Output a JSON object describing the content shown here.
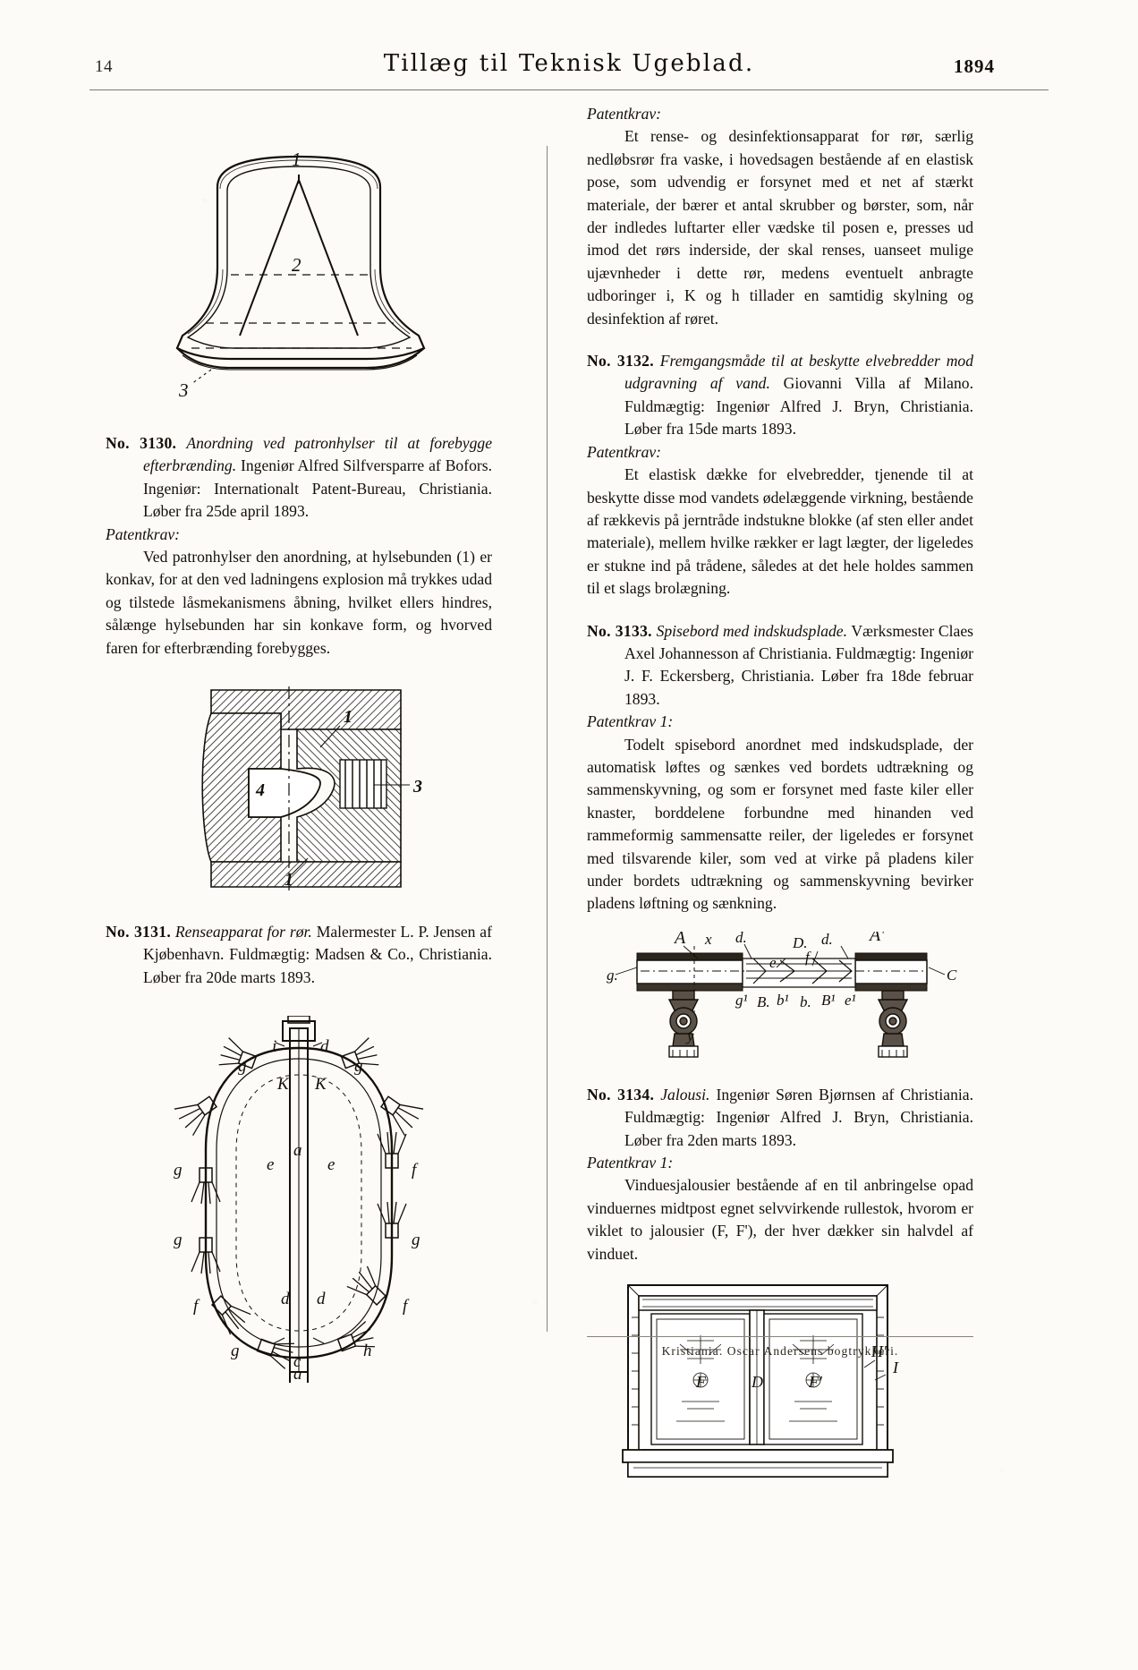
{
  "page": {
    "folio": "14",
    "journal_title": "Tillæg til Teknisk Ugeblad.",
    "year": "1894",
    "imprint": "Kristiania.  Oscar Andersens bogtrykkeri."
  },
  "left_column": {
    "figure_3130": {
      "caption_labels": [
        "1",
        "2",
        "3"
      ],
      "name": "cartridge-case-figure"
    },
    "entry_3130": {
      "no": "No. 3130.",
      "title": "Anordning ved patronhylser til at forebygge efterbrænding.",
      "body": "Ingeniør Alfred Silfversparre af Bofors. Ingeniør: Internationalt Patent-Bureau, Christiania. Løber fra 25de april 1893.",
      "claim_label": "Patentkrav:",
      "claim_text": "Ved patronhylser den anordning, at hylsebunden (1) er konkav, for at den ved ladningens explosion må trykkes udad og tilstede låsmekanismens åbning, hvilket ellers hindres, sålænge hylsebunden har sin konkave form, og hvorved faren for efterbrænding forebygges."
    },
    "figure_3130b": {
      "labels": [
        "1",
        "3",
        "4"
      ],
      "name": "breech-section-figure"
    },
    "entry_3131": {
      "no": "No. 3131.",
      "title": "Renseapparat for rør.",
      "body": "Malermester L. P. Jensen af Kjøbenhavn. Fuldmægtig: Madsen & Co., Christiania. Løber fra 20de marts 1893."
    },
    "figure_3131": {
      "labels": [
        "a",
        "c",
        "d",
        "e",
        "f",
        "g",
        "h",
        "i",
        "k",
        "K"
      ],
      "name": "pipe-cleaning-apparatus-figure"
    }
  },
  "right_column": {
    "claim_3131": {
      "label": "Patentkrav:",
      "text": "Et rense- og desinfektionsapparat for rør, særlig nedløbsrør fra vaske, i hovedsagen bestående af en elastisk pose, som udvendig er forsynet med et net af stærkt materiale, der bærer et antal skrubber og børster, som, når der indledes luftarter eller vædske til posen e, presses ud imod det rørs inderside, der skal renses, uanseet mulige ujævnheder i dette rør, medens eventuelt anbragte udboringer i, K og h tillader en samtidig skylning og desinfektion af røret."
    },
    "entry_3132": {
      "no": "No. 3132.",
      "title": "Fremgangsmåde til at beskytte elvebredder mod udgravning af vand.",
      "body": "Giovanni Villa af Milano. Fuldmægtig: Ingeniør Alfred J. Bryn, Christiania. Løber fra 15de marts 1893.",
      "claim_label": "Patentkrav:",
      "claim_text": "Et elastisk dække for elvebredder, tjenende til at beskytte disse mod vandets ødelæggende virkning, bestående af rækkevis på jerntråde indstukne blokke (af sten eller andet materiale), mellem hvilke rækker er lagt lægter, der ligeledes er stukne ind på trådene, således at det hele holdes sammen til et slags brolægning."
    },
    "entry_3133": {
      "no": "No. 3133.",
      "title": "Spisebord med indskudsplade.",
      "body": "Værksmester Claes Axel Johannesson af Christiania. Fuldmægtig: Ingeniør J. F. Eckersberg, Christiania. Løber fra 18de februar 1893.",
      "claim_label": "Patentkrav 1:",
      "claim_text": "Todelt spisebord anordnet med indskudsplade, der automatisk løftes og sænkes ved bordets udtrækning og sammenskyvning, og som er forsynet med faste kiler eller knaster, borddelene forbundne med hinanden ved rammeformig sammensatte reiler, der ligeledes er forsynet med tilsvarende kiler, som ved at virke på pladens kiler under bordets udtrækning og sammenskyvning bevirker pladens løftning og sænkning."
    },
    "figure_3133": {
      "labels": [
        "A",
        "A'",
        "B",
        "B'",
        "b",
        "b'",
        "C",
        "D",
        "d",
        "e",
        "e'",
        "f",
        "g",
        "g'",
        "x",
        "y"
      ],
      "name": "dining-table-figure"
    },
    "entry_3134": {
      "no": "No. 3134.",
      "title": "Jalousi.",
      "body": "Ingeniør Søren Bjørnsen af Christiania. Fuldmægtig: Ingeniør Alfred J. Bryn, Christiania. Løber fra 2den marts 1893.",
      "claim_label": "Patentkrav 1:",
      "claim_text": "Vinduesjalousier bestående af en til anbringelse opad vinduernes midtpost egnet selvvirkende rullestok, hvorom er viklet to jalousier (F, F'), der hver dækker sin halvdel af vinduet."
    },
    "figure_3134": {
      "labels": [
        "F",
        "F'",
        "D",
        "H",
        "I"
      ],
      "name": "window-blind-figure"
    }
  }
}
